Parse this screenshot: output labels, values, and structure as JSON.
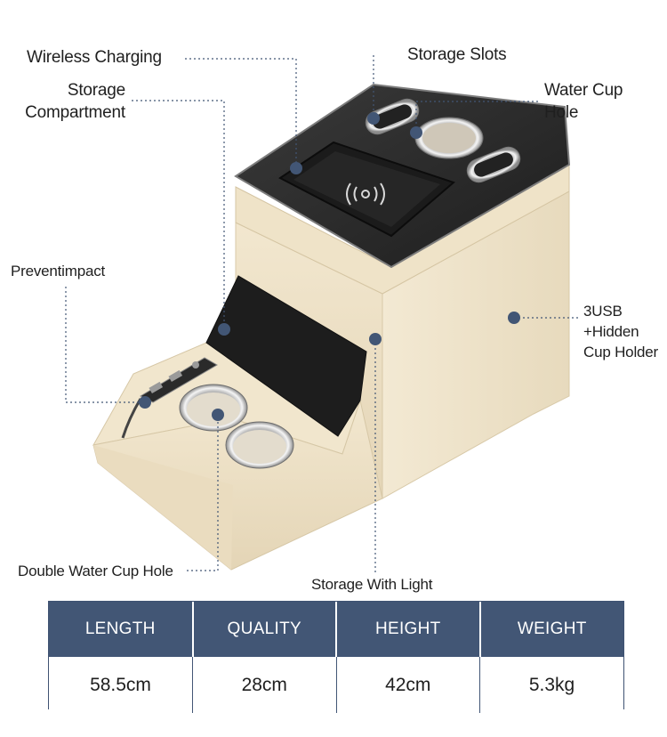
{
  "labels": {
    "wireless_charging": "Wireless Charging",
    "storage_slots": "Storage Slots",
    "storage_compartment_line1": "Storage",
    "storage_compartment_line2": "Compartment",
    "water_cup_hole_line1": "Water Cup",
    "water_cup_hole_line2": "Hole",
    "prevent_impact": "Preventimpact",
    "usb_line1": "3USB",
    "usb_line2": "+Hidden",
    "usb_line3": "Cup Holder",
    "double_water_cup_hole": "Double Water Cup Hole",
    "storage_with_light": "Storage With Light"
  },
  "specs": {
    "headers": [
      "LENGTH",
      "QUALITY",
      "HEIGHT",
      "WEIGHT"
    ],
    "values": [
      "58.5cm",
      "28cm",
      "42cm",
      "5.3kg"
    ]
  },
  "colors": {
    "header_bg": "#425675",
    "marker_dot": "#425675",
    "body_beige": "#efe4cc",
    "lid_black": "#2b2b2b"
  },
  "icons": {
    "charging": "wireless-charging-icon"
  }
}
